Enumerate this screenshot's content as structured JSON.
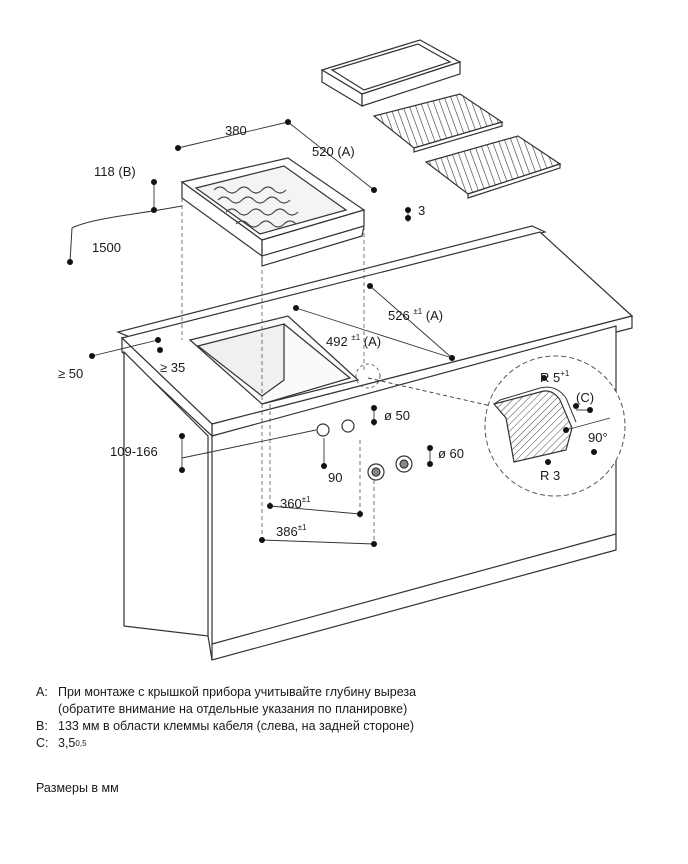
{
  "dimensions": {
    "width": "380",
    "depth_a": "520",
    "depth_a_tag": "(A)",
    "height_b": "118",
    "height_b_tag": "(B)",
    "cable": "1500",
    "flange": "3",
    "cutout_width": "526",
    "cutout_width_tol": "±1",
    "cutout_width_tag": "(A)",
    "cutout_depth": "492",
    "cutout_depth_tol": "±1",
    "cutout_depth_tag": "(A)",
    "wall_min": "≥ 50",
    "front_min": "≥ 35",
    "knob_range": "109-166",
    "knob_hole": "ø 50",
    "knob_spacing": "90",
    "knob_hole_2": "ø 60",
    "knob_offset_1": "360",
    "knob_offset_1_tol": "±1",
    "knob_offset_2": "386",
    "knob_offset_2_tol": "±1"
  },
  "detail": {
    "radius_top": "R 5",
    "radius_top_tol": "+1",
    "tag": "(C)",
    "angle": "90°",
    "radius_bottom": "R 3"
  },
  "notes": [
    {
      "key": "A:",
      "text": "При монтаже с крышкой прибора учитывайте глубину выреза"
    },
    {
      "key": "",
      "text": "(обратите внимание на отдельные указания по планировке)"
    },
    {
      "key": "B:",
      "text": "133 мм в области клеммы кабеля (слева, на задней стороне)"
    },
    {
      "key": "C:",
      "text": "3,5",
      "sup": "0,5"
    }
  ],
  "units_note": "Размеры в мм"
}
